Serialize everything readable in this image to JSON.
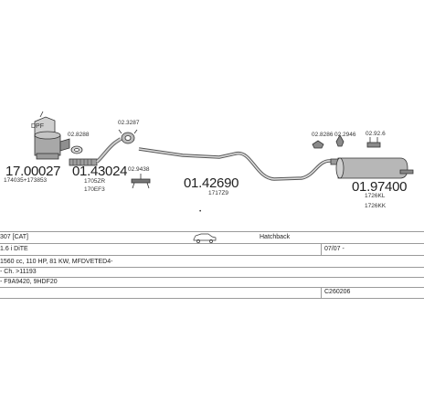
{
  "parts": {
    "dpf_label": "DPF",
    "p1_number": "17.00027",
    "p1_sub": "174035+173853",
    "p2_code": "02.8288",
    "p3_number": "01.43024",
    "p3_sub1": "1705ZR",
    "p3_sub2": "170EF3",
    "p4_code": "02.3287",
    "p5_code": "02.9438",
    "p6_number": "01.42690",
    "p6_sub": "1717Z9",
    "p7_code": "02.8286",
    "p8_code": "02.2946",
    "p9_code": "02.92.6",
    "p10_number": "01.97400",
    "p10_sub1": "1726KL",
    "p10_sub2": "1726KK"
  },
  "info": {
    "model": "307 [CAT]",
    "body_type": "Hatchback",
    "engine": "1.6 i DiTE",
    "date": "07/07 -",
    "spec": "1560 cc, 110 HP, 81 KW, MFDVETED4-",
    "chassis": "- Ch. >11193",
    "engine_codes": "- F9A9420, 9HDF20",
    "catalog_code": "C260206"
  }
}
